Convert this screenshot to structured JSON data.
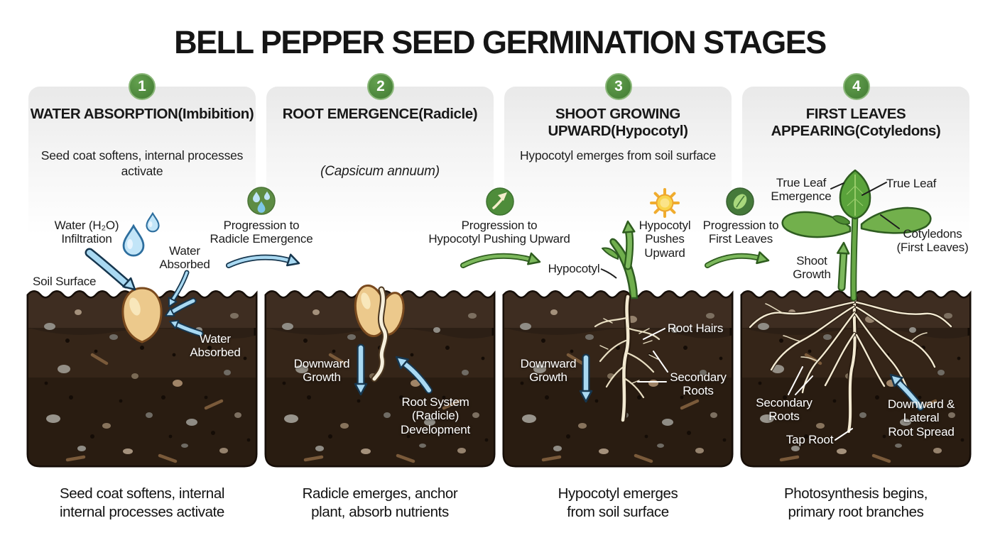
{
  "title": "BELL PEPPER SEED GERMINATION STAGES",
  "colors": {
    "stage_green": "#4d8b3c",
    "soil_brown": "#2c1f15",
    "water_blue": "#a9d9f2",
    "arrow_green": "#7cb85c",
    "seed_tan": "#ecc98c",
    "root_cream": "#f3ead2"
  },
  "stages": [
    {
      "number": "1",
      "header": [
        "WATER ABSORPTION",
        "(Imbibition)"
      ],
      "subtitle": [
        "Seed coat softens,",
        "internal processes activate"
      ],
      "labels": {
        "water_infiltration": [
          "Water (H₂O)",
          "Infiltration"
        ],
        "soil_surface": [
          "Soil Surface"
        ],
        "water_absorbed_top": [
          "Water",
          "Absorbed"
        ],
        "water_absorbed_soil": [
          "Water",
          "Absorbed"
        ]
      },
      "caption": [
        "Seed coat softens, internal",
        "internal processes activate"
      ]
    },
    {
      "number": "2",
      "header": [
        "ROOT EMERGENCE",
        "(Radicle)"
      ],
      "subtitle": [
        "(Capsicum annuum)"
      ],
      "labels": {
        "downward_growth": [
          "Downward",
          "Growth"
        ],
        "root_system": [
          "Root System",
          "(Radicle)",
          "Development"
        ]
      },
      "caption": [
        "Radicle emerges, anchor",
        "plant, absorb nutrients"
      ]
    },
    {
      "number": "3",
      "header": [
        "SHOOT GROWING UPWARD",
        "(Hypocotyl)"
      ],
      "subtitle": [
        "Hypocotyl emerges",
        "from soil surface"
      ],
      "labels": {
        "hypocotyl": [
          "Hypocotyl"
        ],
        "hypocotyl_pushes": [
          "Hypocotyl",
          "Pushes",
          "Upward"
        ],
        "root_hairs": [
          "Root Hairs"
        ],
        "downward_growth": [
          "Downward",
          "Growth"
        ],
        "secondary_roots": [
          "Secondary",
          "Roots"
        ]
      },
      "caption": [
        "Hypocotyl emerges",
        "from soil surface"
      ]
    },
    {
      "number": "4",
      "header": [
        "FIRST LEAVES APPEARING",
        "(Cotyledons)"
      ],
      "subtitle": [],
      "labels": {
        "true_leaf_emergence": [
          "True Leaf",
          "Emergence"
        ],
        "true_leaf": [
          "True Leaf"
        ],
        "cotyledons": [
          "Cotyledons",
          "(First Leaves)"
        ],
        "shoot_growth": [
          "Shoot",
          "Growth"
        ],
        "secondary_roots": [
          "Secondary",
          "Roots"
        ],
        "tap_root": [
          "Tap Root"
        ],
        "root_spread": [
          "Downward &",
          "Lateral",
          "Root Spread"
        ]
      },
      "caption": [
        "Photosynthesis begins,",
        "primary root branches"
      ]
    }
  ],
  "connectors": [
    {
      "icon": "water-drops-icon",
      "text": [
        "Progression to",
        "Radicle Emergence"
      ]
    },
    {
      "icon": "up-arrow-icon",
      "text": [
        "Progression to",
        "Hypocotyl Pushing Upward"
      ]
    },
    {
      "icon": "leaf-icon",
      "text": [
        "Progression to",
        "First Leaves"
      ]
    }
  ]
}
